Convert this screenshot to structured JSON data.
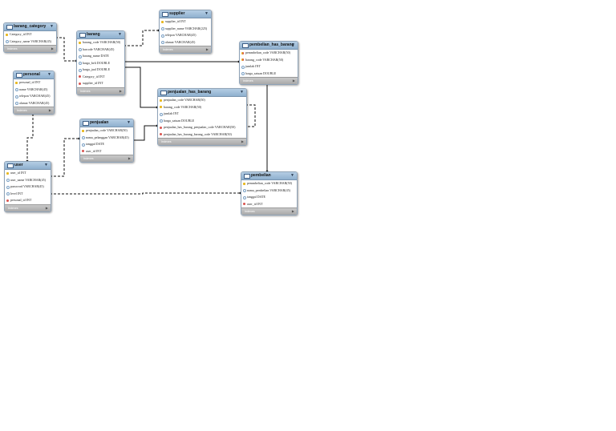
{
  "tables": [
    {
      "id": "barang_category",
      "title": "barang_category",
      "footer": "Indexes",
      "columns": [
        {
          "name": "Category_id INT",
          "kind": "pk"
        },
        {
          "name": "Category_name VARCHAR(45)",
          "kind": "col"
        }
      ]
    },
    {
      "id": "barang",
      "title": "barang",
      "footer": "Indexes",
      "columns": [
        {
          "name": "barang_code VARCHAR(50)",
          "kind": "pk"
        },
        {
          "name": "barcode VARCHAR(45)",
          "kind": "col"
        },
        {
          "name": "barang_name DATE",
          "kind": "col"
        },
        {
          "name": "harga_beli DOUBLE",
          "kind": "col"
        },
        {
          "name": "harga_jual DOUBLE",
          "kind": "col"
        },
        {
          "name": "Category_id INT",
          "kind": "fk"
        },
        {
          "name": "supplier_id INT",
          "kind": "fk"
        }
      ]
    },
    {
      "id": "supplier",
      "title": "supplier",
      "footer": "Indexes",
      "columns": [
        {
          "name": "supplier_id INT",
          "kind": "pk"
        },
        {
          "name": "supplier_name VARCHAR(225)",
          "kind": "col"
        },
        {
          "name": "telepon VARCHAR(45)",
          "kind": "col"
        },
        {
          "name": "alamat VARCHAR(45)",
          "kind": "col"
        }
      ]
    },
    {
      "id": "pembelian_has_barang",
      "title": "pembelian_has_barang",
      "footer": "Indexes",
      "columns": [
        {
          "name": "pemmbelian_code VARCHAR(50)",
          "kind": "pkfk"
        },
        {
          "name": "barang_code VARCHAR(50)",
          "kind": "pkfk"
        },
        {
          "name": "jumlah INT",
          "kind": "col"
        },
        {
          "name": "harga_satuan DOUBLE",
          "kind": "col"
        }
      ]
    },
    {
      "id": "personal",
      "title": "personal",
      "footer": "Indexes",
      "columns": [
        {
          "name": "personal_id INT",
          "kind": "pk"
        },
        {
          "name": "name VARCHAR(45)",
          "kind": "col"
        },
        {
          "name": "telepon VARCHAR(45)",
          "kind": "col"
        },
        {
          "name": "alamat VARCHAR(45)",
          "kind": "col"
        }
      ]
    },
    {
      "id": "penjualan_has_barang",
      "title": "penjualan_has_barang",
      "footer": "Indexes",
      "columns": [
        {
          "name": "penjualan_code VARCHAR(50)",
          "kind": "pk"
        },
        {
          "name": "barang_code VARCHAR(50)",
          "kind": "pk"
        },
        {
          "name": "jumlah INT",
          "kind": "col"
        },
        {
          "name": "harga_satuan DOUBLE",
          "kind": "col"
        },
        {
          "name": "penjualan_has_barang_penjualan_code VARCHAR(50)",
          "kind": "fk"
        },
        {
          "name": "penjualan_has_barang_barang_code VARCHAR(50)",
          "kind": "fk"
        }
      ]
    },
    {
      "id": "penjualan",
      "title": "penjualan",
      "footer": "Indexes",
      "columns": [
        {
          "name": "penjualan_code VARCHAR(50)",
          "kind": "pk"
        },
        {
          "name": "nama_pelanggan VARCHAR(45)",
          "kind": "col"
        },
        {
          "name": "tanggal DATE",
          "kind": "col"
        },
        {
          "name": "user_id INT",
          "kind": "fk"
        }
      ]
    },
    {
      "id": "user",
      "title": "user",
      "footer": "Indexes",
      "columns": [
        {
          "name": "user_id INT",
          "kind": "pk"
        },
        {
          "name": "user_name VARCHAR(45)",
          "kind": "col"
        },
        {
          "name": "password VARCHAR(45)",
          "kind": "col"
        },
        {
          "name": "level INT",
          "kind": "col"
        },
        {
          "name": "personal_id INT",
          "kind": "fk"
        }
      ]
    },
    {
      "id": "pembelian",
      "title": "pembelian",
      "footer": "Indexes",
      "columns": [
        {
          "name": "pemmbelian_code VARCHAR(50)",
          "kind": "pk"
        },
        {
          "name": "nama_pembelian VARCHAR(45)",
          "kind": "col"
        },
        {
          "name": "tanggal DATE",
          "kind": "col"
        },
        {
          "name": "user_id INT",
          "kind": "fk"
        }
      ]
    }
  ],
  "relations": [
    {
      "from": "barang_category",
      "to": "barang",
      "style": "dashed"
    },
    {
      "from": "supplier",
      "to": "barang",
      "style": "dashed"
    },
    {
      "from": "barang",
      "to": "pembelian_has_barang",
      "style": "solid"
    },
    {
      "from": "barang",
      "to": "penjualan_has_barang",
      "style": "solid"
    },
    {
      "from": "penjualan",
      "to": "penjualan_has_barang",
      "style": "solid"
    },
    {
      "from": "penjualan_has_barang",
      "to": "penjualan_has_barang",
      "style": "dashed"
    },
    {
      "from": "pembelian",
      "to": "pembelian_has_barang",
      "style": "solid"
    },
    {
      "from": "personal",
      "to": "user",
      "style": "dashed"
    },
    {
      "from": "user",
      "to": "penjualan",
      "style": "dashed"
    },
    {
      "from": "user",
      "to": "pembelian",
      "style": "dashed"
    }
  ],
  "icons": {
    "table": "table-icon",
    "chevron": "chevron-down-icon",
    "primary_key": "key-icon",
    "foreign_key": "fk-icon",
    "column": "column-icon",
    "footer_arrow": "triangle-right-icon"
  },
  "colors": {
    "header": "#9fbfdc",
    "footer": "#b5b5b5",
    "pk": "#e8b820",
    "fk": "#d9534f",
    "line": "#111111"
  }
}
